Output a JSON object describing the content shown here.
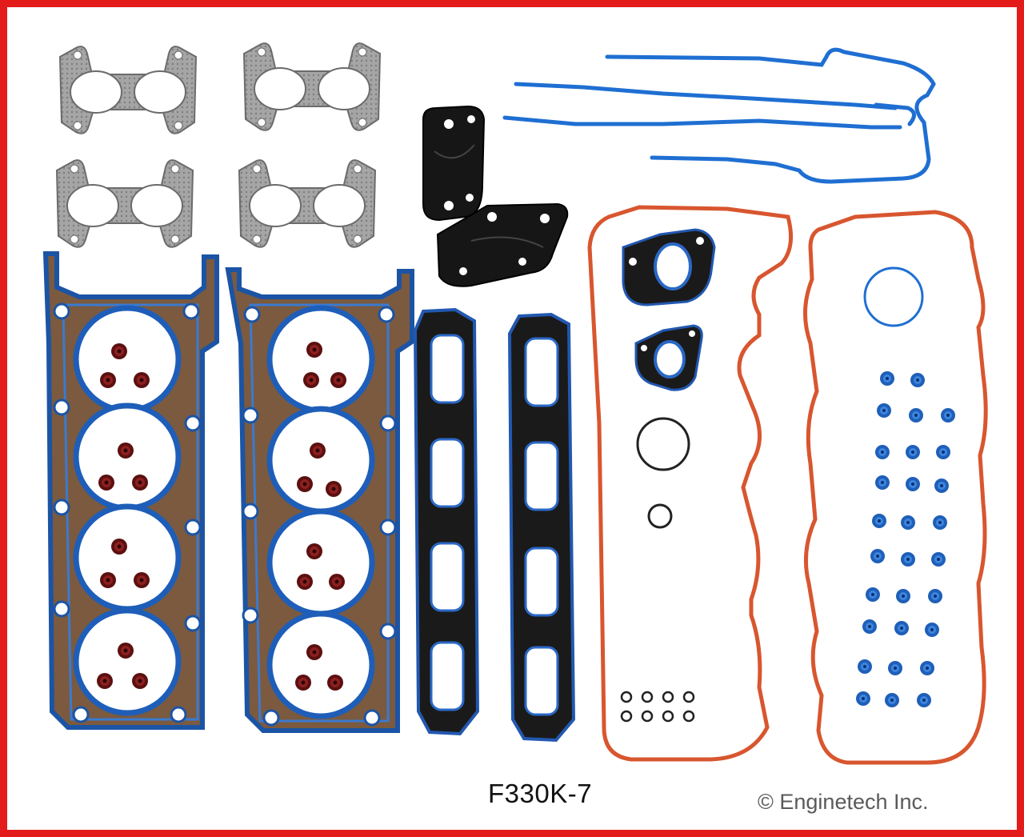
{
  "product": {
    "part_number": "F330K-7",
    "copyright": "© Enginetech Inc."
  },
  "colors": {
    "border": "#e31b1b",
    "background": "#ffffff",
    "gasket_blue": "#2b73c8",
    "gasket_steel": "#8a6648",
    "seal_red": "#6e1616",
    "valve_cover_orange": "#d8562f",
    "exhaust_metal": "#9c9c9c",
    "black_carrier": "#161616"
  },
  "components": [
    "exhaust-manifold-gaskets",
    "cylinder-head-gaskets",
    "valve-stem-seals",
    "intake-manifold-gaskets",
    "timing-cover-seals",
    "valve-cover-gaskets",
    "spark-plug-tube-seals",
    "o-rings"
  ]
}
